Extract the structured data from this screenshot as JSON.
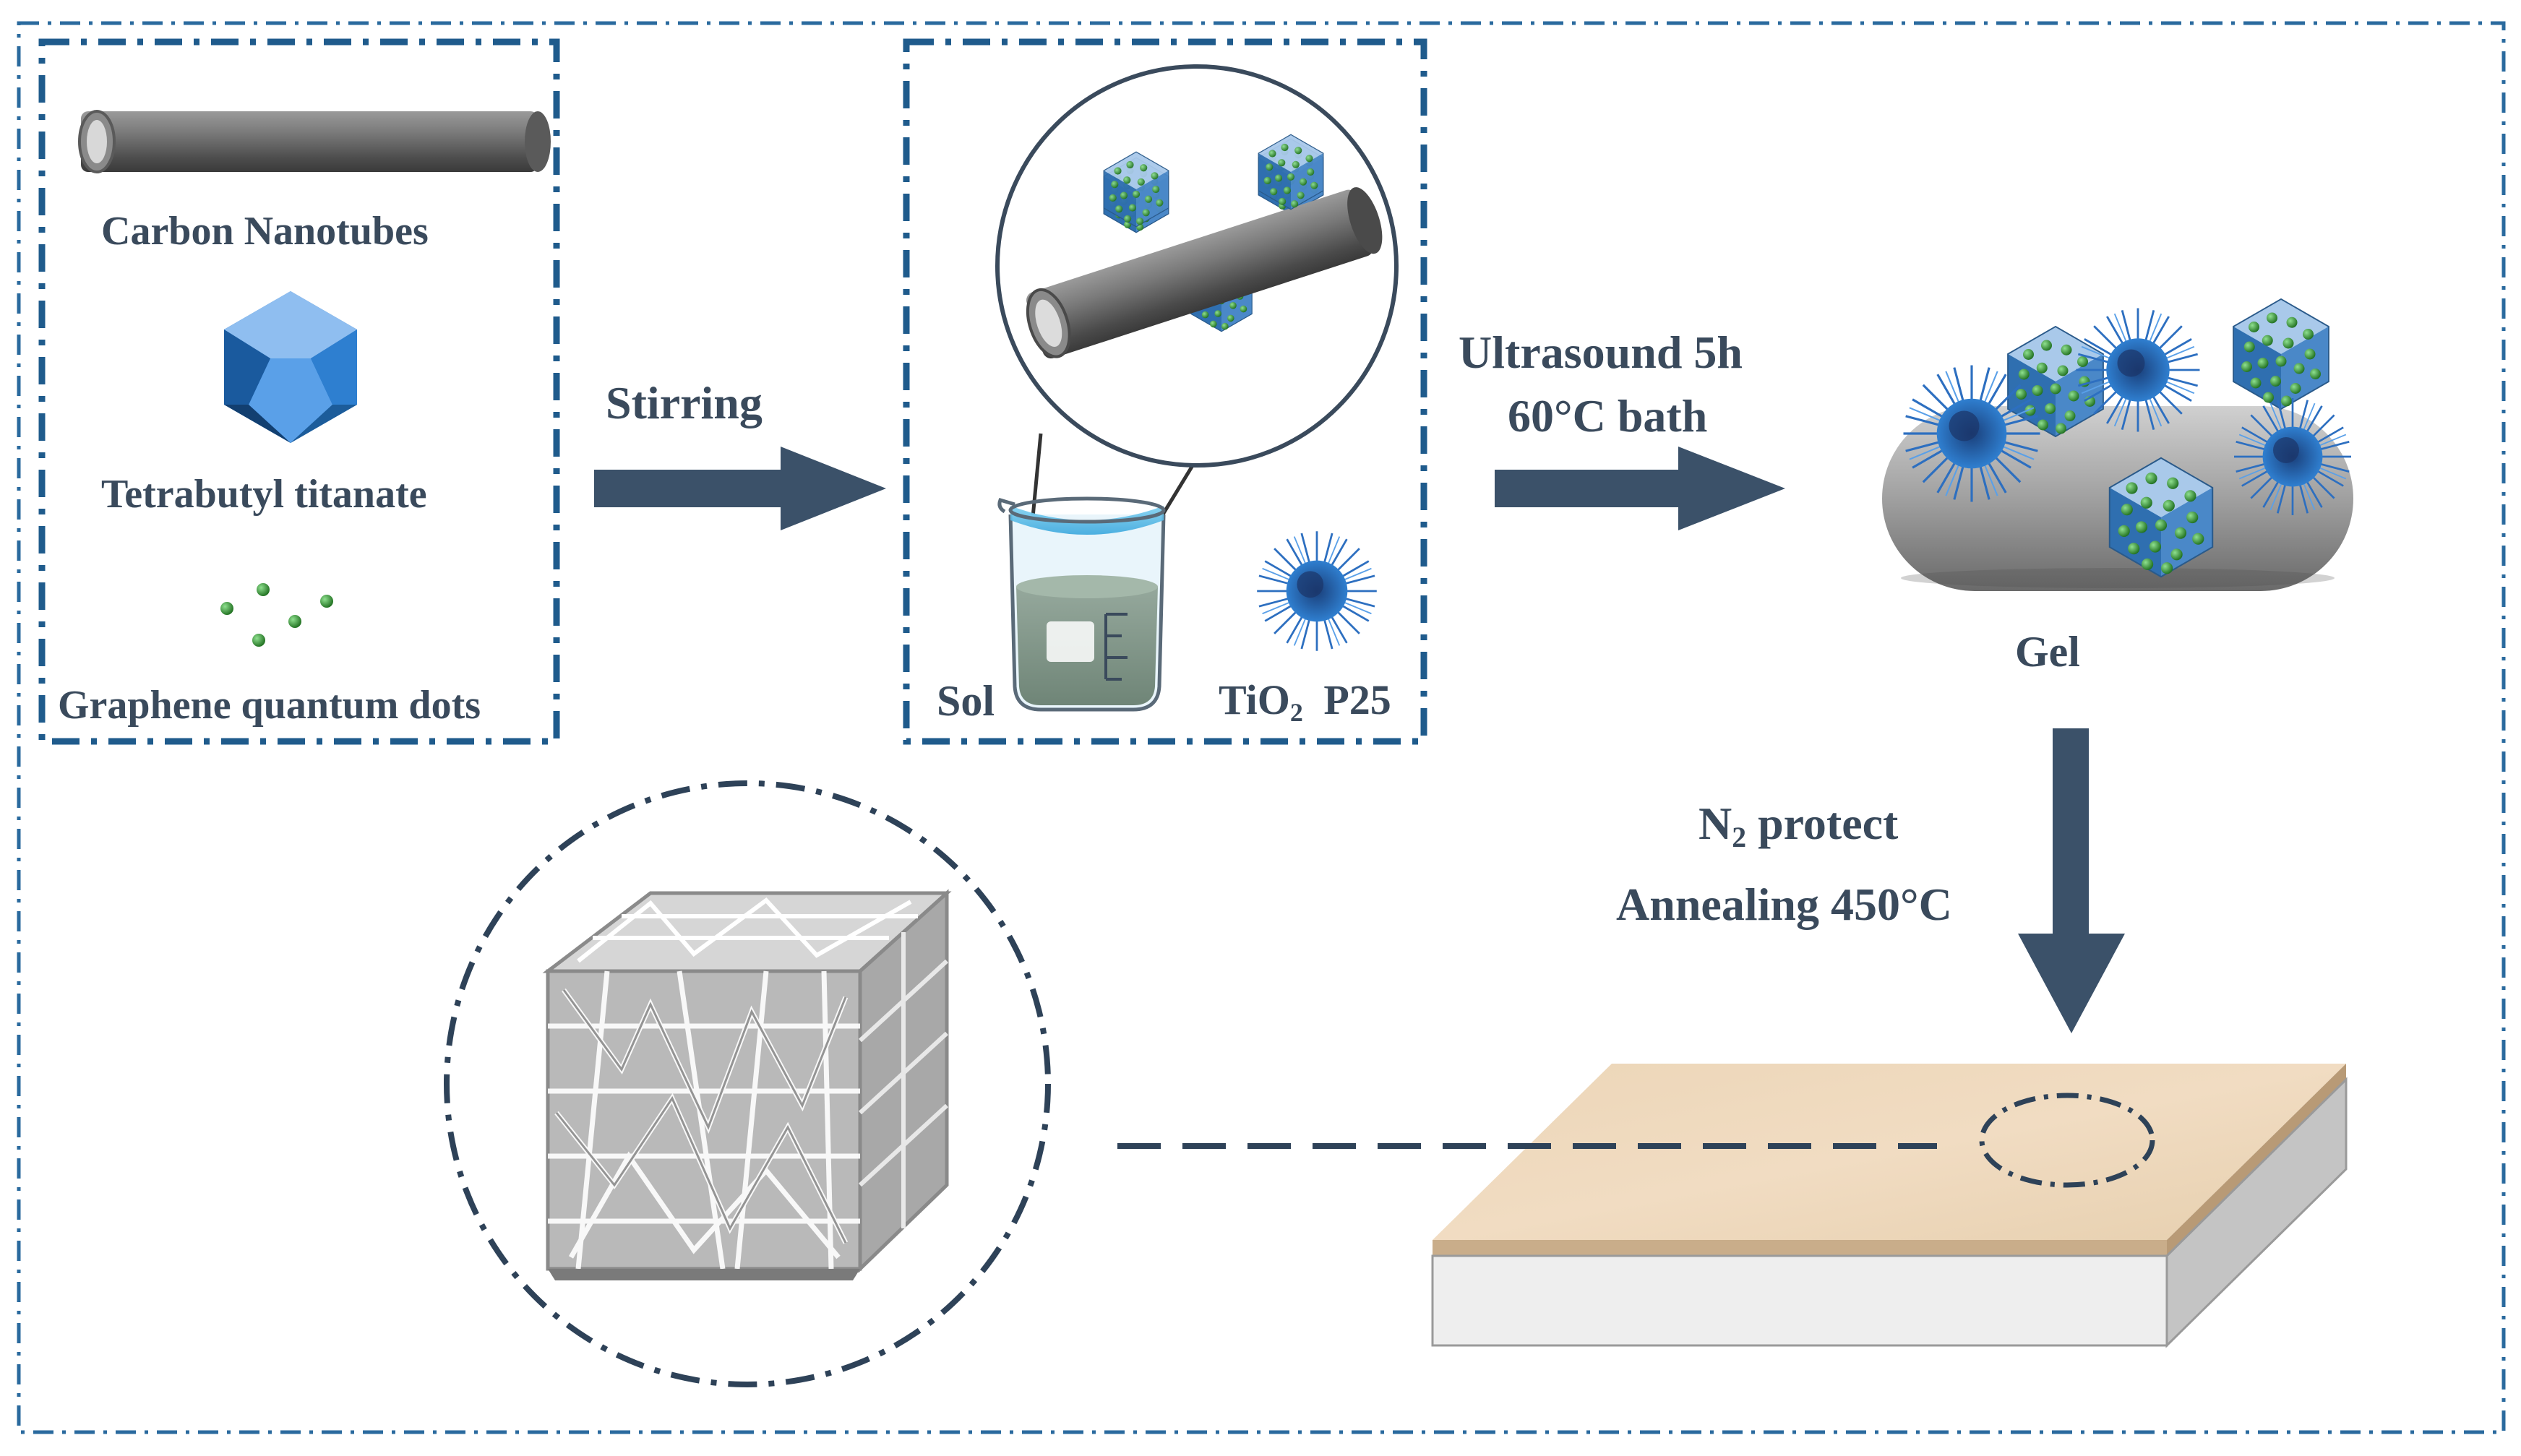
{
  "labels": {
    "carbon_nanotubes": "Carbon Nanotubes",
    "tetrabutyl_titanate": "Tetrabutyl titanate",
    "graphene_quantum_dots": "Graphene quantum dots",
    "stirring": "Stirring",
    "sol": "Sol",
    "tio2_prefix": "TiO",
    "tio2_sub": "2",
    "p25": "P25",
    "ultrasound": "Ultrasound 5h",
    "bath": "60°C bath",
    "gel": "Gel",
    "n2_prefix": "N",
    "n2_sub": "2",
    "n2_suffix": " protect",
    "annealing": "Annealing 450°C"
  },
  "colors": {
    "frame_dash": "#1f5b8c",
    "arrow": "#3b5169",
    "text": "#3a4a5c",
    "nanotube": "#6e6e6e",
    "crystal": "#1f6fc2",
    "dot": "#2e8b2e",
    "film": "#e8d2b4",
    "substrate": "#eeeeee"
  }
}
